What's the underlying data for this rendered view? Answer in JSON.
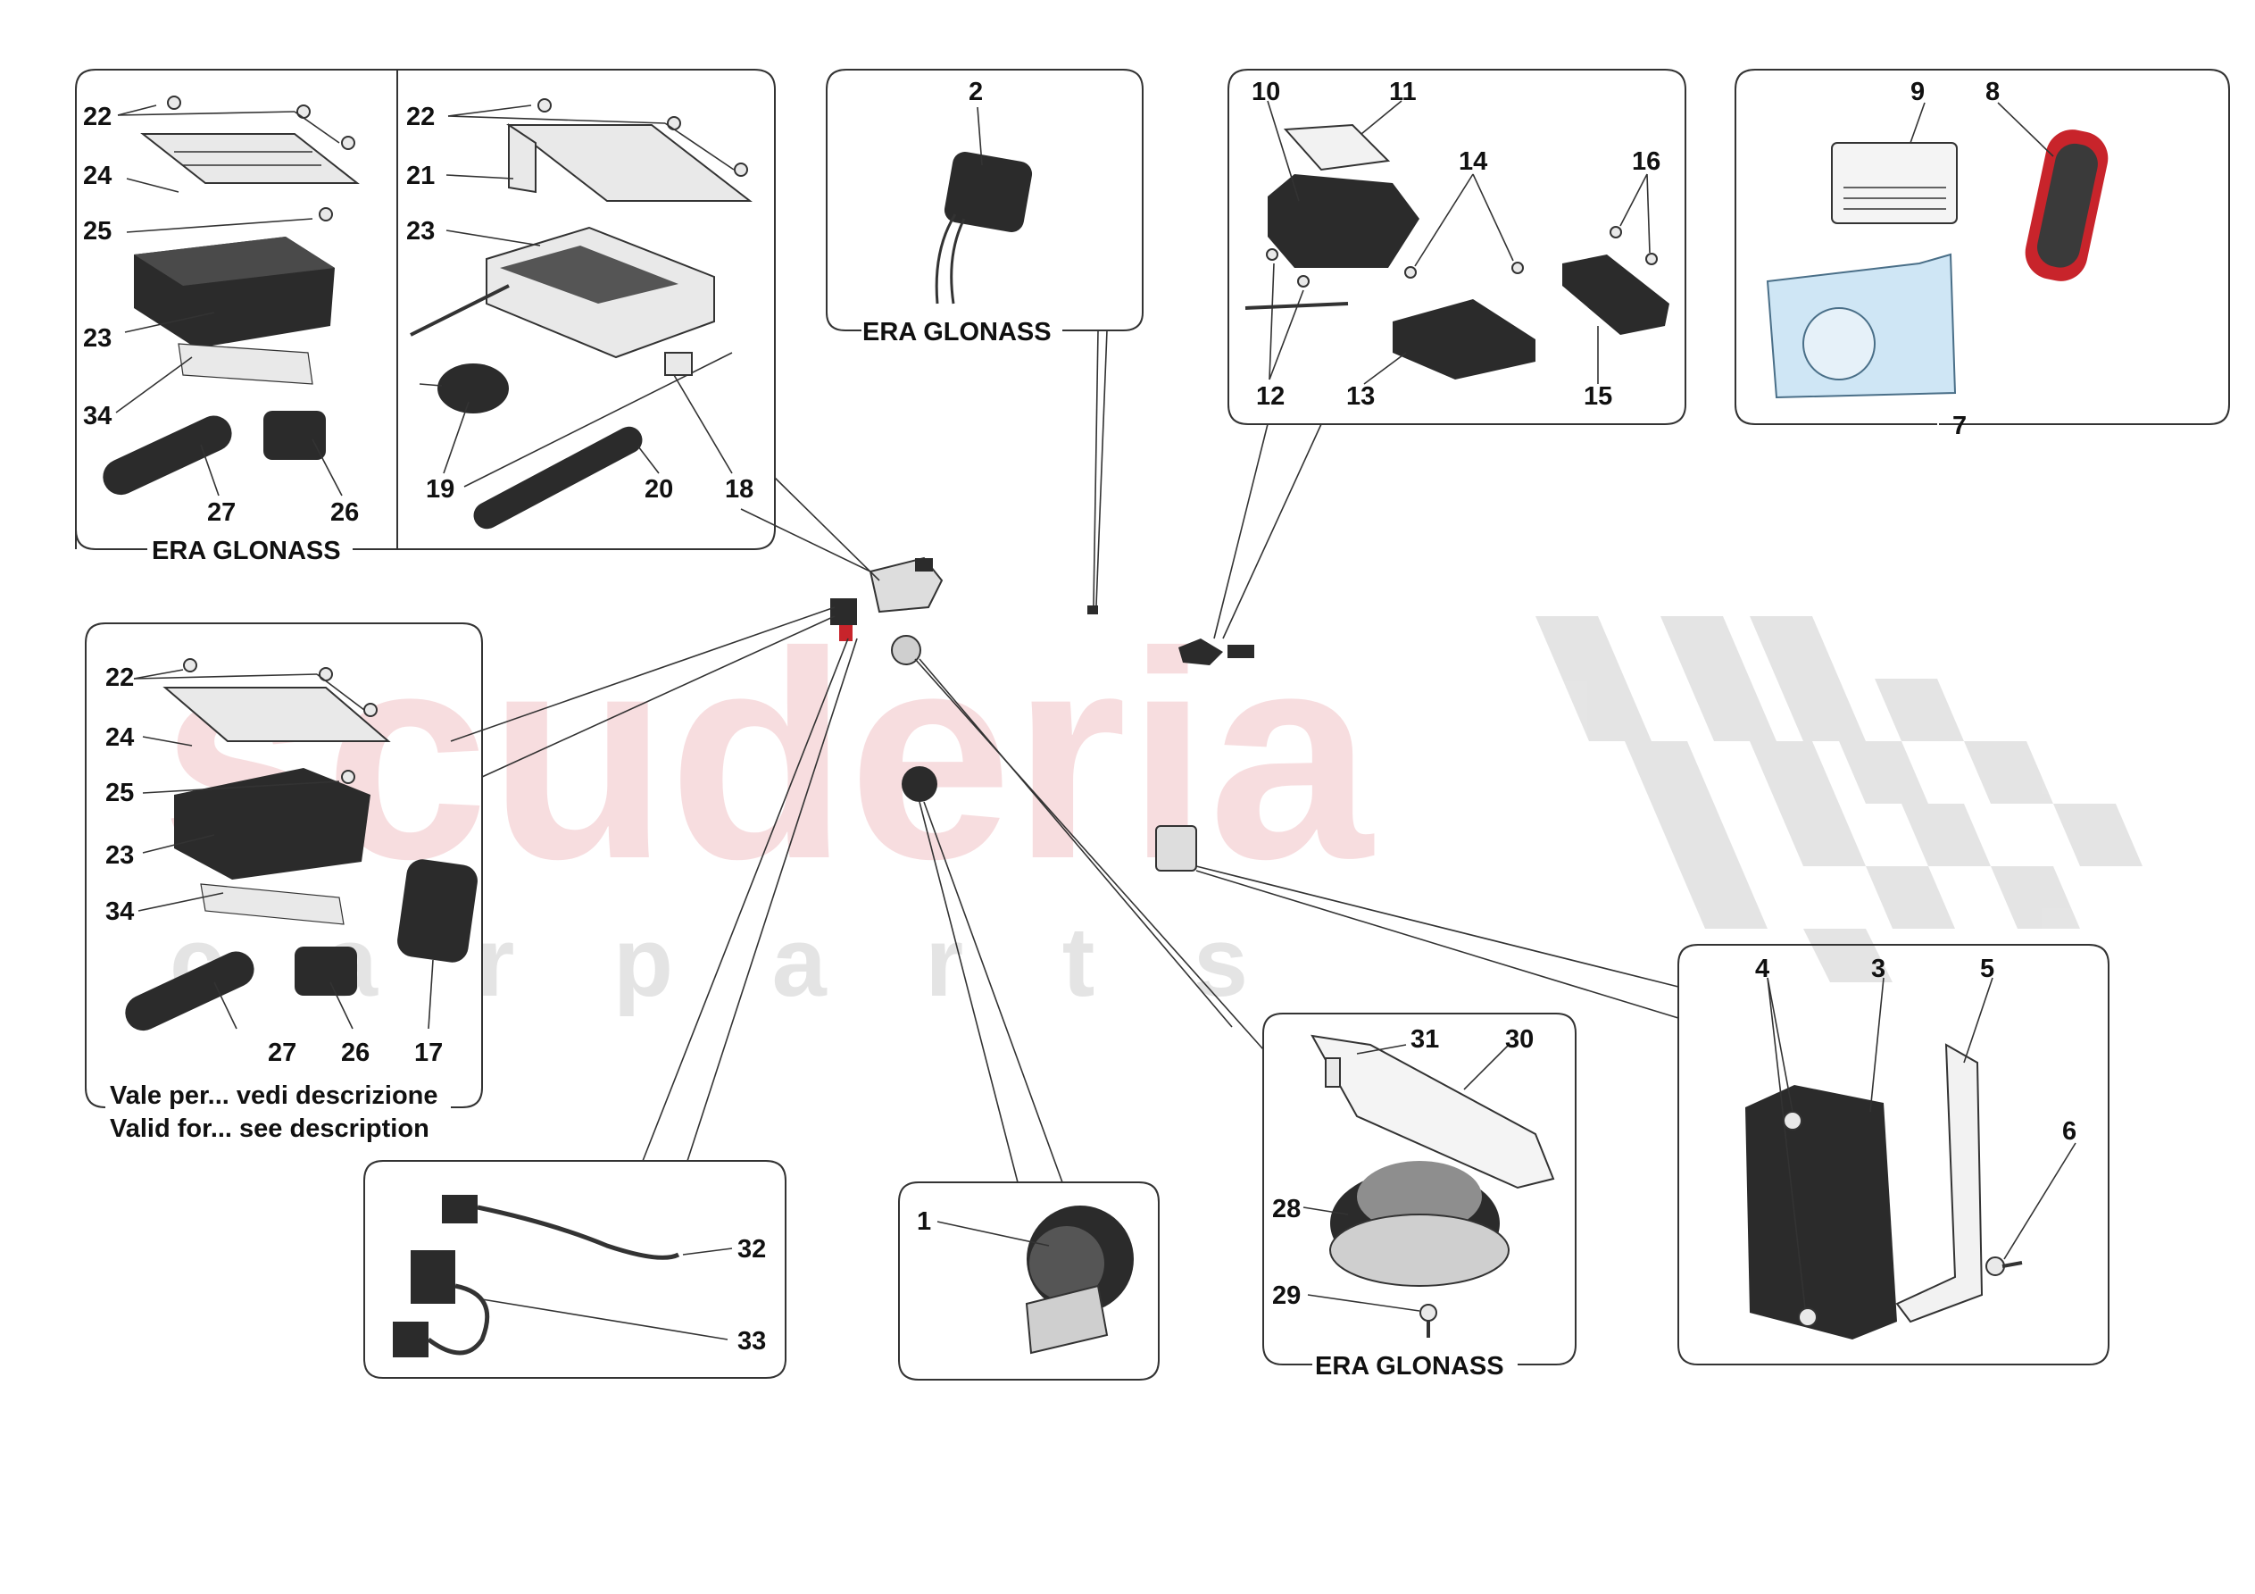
{
  "watermark": {
    "brand": "scuderia",
    "sub": "c a r   p a r t s"
  },
  "captions": {
    "era_glonass_1": "ERA GLONASS",
    "era_glonass_2": "ERA GLONASS",
    "era_glonass_3": "ERA GLONASS",
    "valid_it": "Vale per... vedi descrizione",
    "valid_en": "Valid for... see description"
  },
  "callouts": {
    "p1": "1",
    "p2": "2",
    "p3": "3",
    "p4": "4",
    "p5": "5",
    "p6": "6",
    "p7": "7",
    "p8": "8",
    "p9": "9",
    "p10": "10",
    "p11": "11",
    "p12": "12",
    "p13": "13",
    "p14": "14",
    "p15": "15",
    "p16": "16",
    "p17": "17",
    "p18": "18",
    "p19": "19",
    "p20": "20",
    "p21": "21",
    "p22a": "22",
    "p22b": "22",
    "p22c": "22",
    "p23a": "23",
    "p23b": "23",
    "p23c": "23",
    "p24a": "24",
    "p24b": "24",
    "p25a": "25",
    "p25b": "25",
    "p26a": "26",
    "p26b": "26",
    "p27a": "27",
    "p27b": "27",
    "p28": "28",
    "p29": "29",
    "p30": "30",
    "p31": "31",
    "p32": "32",
    "p33": "33",
    "p34a": "34",
    "p34b": "34"
  },
  "colors": {
    "watermark_red": "#f2c3c6",
    "checker_gray": "#dcdcdc",
    "key_red": "#c8242b",
    "bag_blue": "#cfe6f5"
  }
}
